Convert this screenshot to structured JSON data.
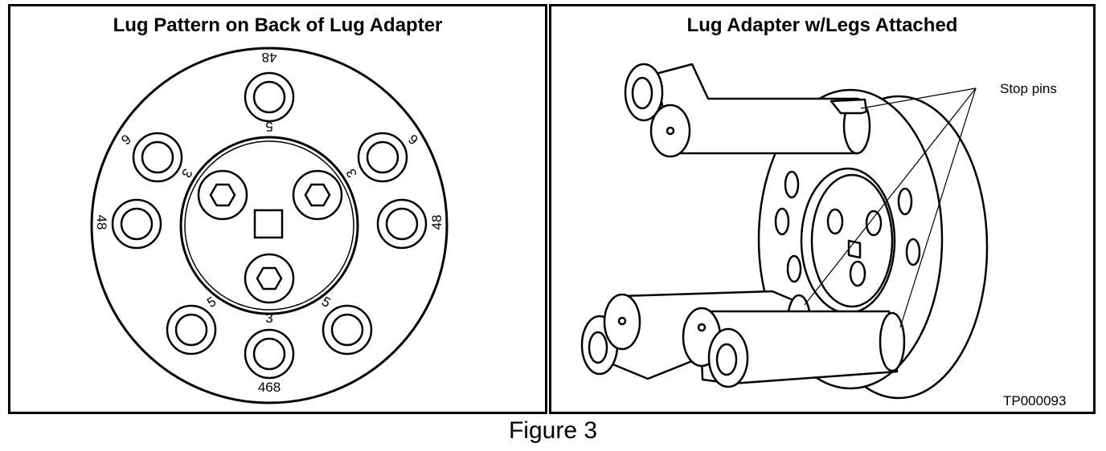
{
  "figure_caption": "Figure 3",
  "left_panel": {
    "title": "Lug Pattern on Back of Lug Adapter",
    "labels": {
      "top": "48",
      "inner_top": "5",
      "upper_left": "6",
      "upper_right": "6",
      "left": "48",
      "right": "48",
      "inner_left": "3",
      "inner_right": "3",
      "lower_left": "5",
      "lower_right": "5",
      "inner_bottom": "3",
      "bottom": "468"
    }
  },
  "right_panel": {
    "title": "Lug Adapter w/Legs Attached",
    "callout": "Stop pins",
    "figure_code": "TP000093"
  }
}
